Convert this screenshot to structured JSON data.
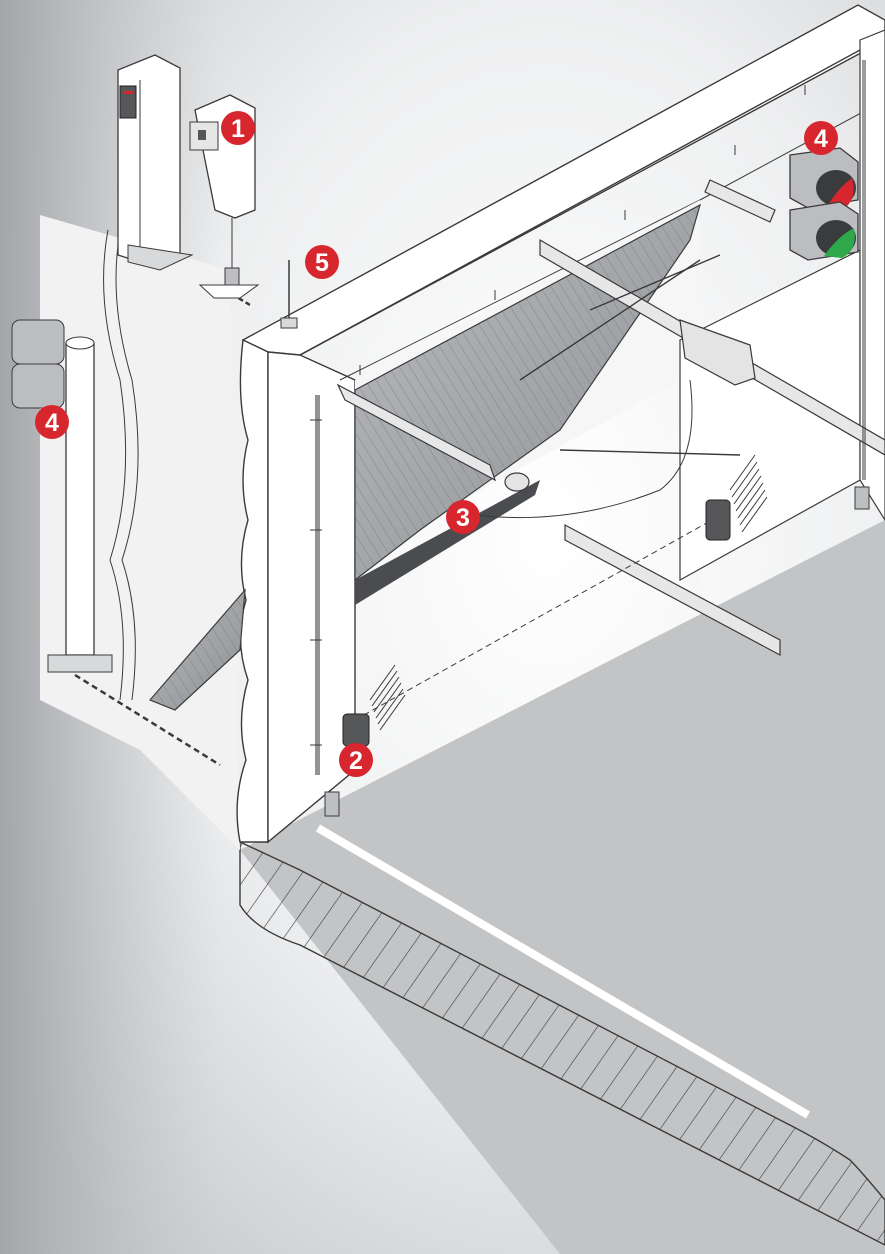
{
  "diagram": {
    "markers": [
      {
        "id": "1",
        "label": "1",
        "part": "key-selector-on-post"
      },
      {
        "id": "2",
        "label": "2",
        "part": "photocell-left"
      },
      {
        "id": "3",
        "label": "3",
        "part": "door-operator"
      },
      {
        "id": "4a",
        "label": "4",
        "part": "traffic-light-on-pole"
      },
      {
        "id": "4b",
        "label": "4",
        "part": "traffic-light-on-wall"
      },
      {
        "id": "5",
        "label": "5",
        "part": "antenna"
      }
    ],
    "colors": {
      "marker": "#d7262e",
      "background_light": "#f4f4f5",
      "background_dark": "#a9abae",
      "floor": "#c3c4c6",
      "wall": "#ffffff",
      "line": "#3a3a3a",
      "signal_red": "#d7262e",
      "signal_green": "#2ea84a"
    }
  }
}
